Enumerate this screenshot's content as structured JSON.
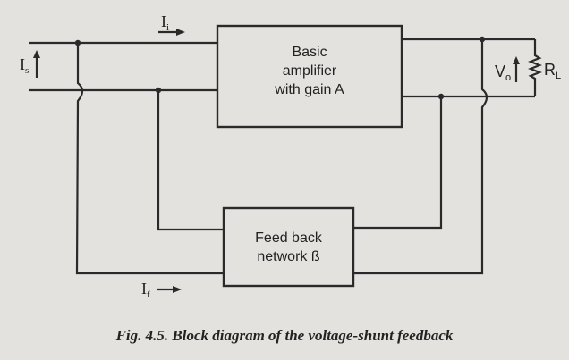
{
  "figure": {
    "caption": "Fig. 4.5. Block diagram of the voltage-shunt feedback"
  },
  "blocks": {
    "amplifier": {
      "lines": [
        "Basic",
        "amplifier",
        "with gain A"
      ]
    },
    "feedback": {
      "lines": [
        "Feed back",
        "network ß"
      ]
    }
  },
  "labels": {
    "source_current": {
      "main": "I",
      "sub": "s"
    },
    "input_current": {
      "main": "I",
      "sub": "i"
    },
    "feedback_current": {
      "main": "I",
      "sub": "f"
    },
    "output_voltage": {
      "main": "V",
      "sub": "o"
    },
    "load_resistor": {
      "main": "R",
      "sub": "L"
    }
  },
  "colors": {
    "ink": "#2b2a2a",
    "paper": "#e4e2df"
  }
}
